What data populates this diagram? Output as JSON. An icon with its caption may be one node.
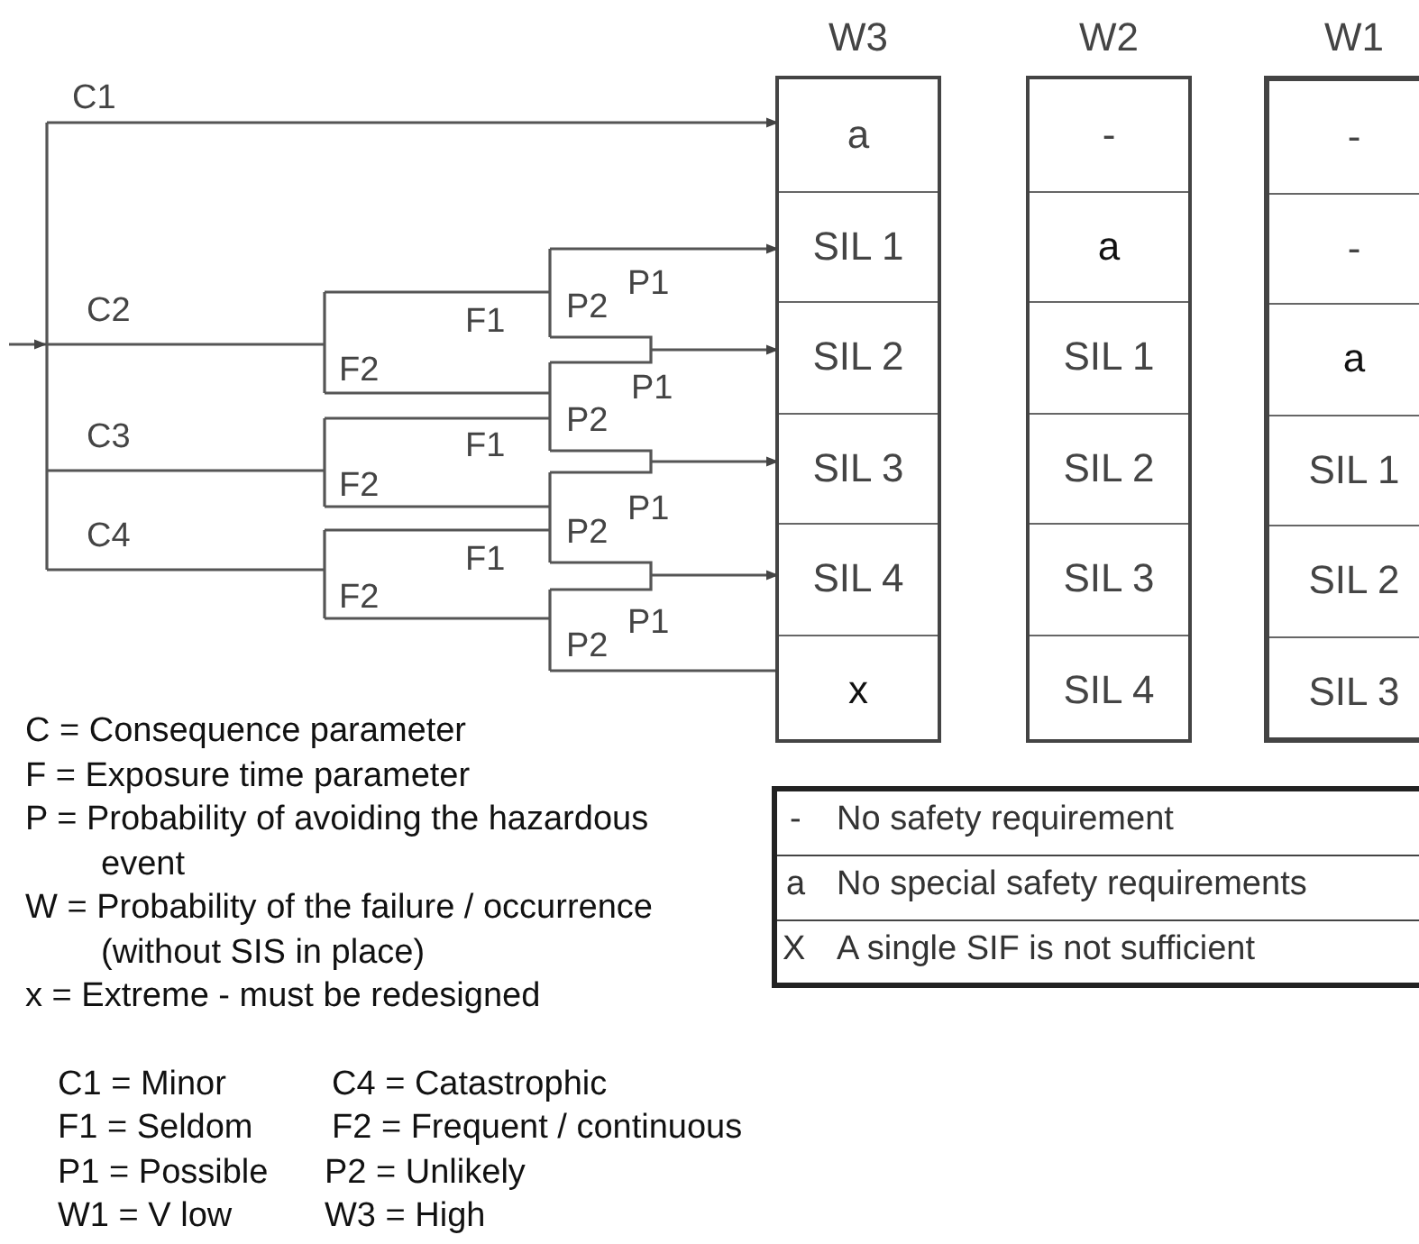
{
  "diagram": {
    "nodes": [
      {
        "text": [
          "W3"
        ]
      },
      {
        "text": [
          "a"
        ],
        "in": 0
      },
      {
        "text": [
          "SIL 1"
        ],
        "in": 0
      },
      {
        "text": [
          "SIL 2"
        ],
        "in": 0
      },
      {
        "text": [
          "SIL 3"
        ],
        "in": 0
      },
      {
        "text": [
          "SIL 4"
        ],
        "in": 0
      },
      {
        "text": [
          "x"
        ],
        "in": 0
      },
      {
        "text": [
          "W2"
        ]
      },
      {
        "text": [
          "-"
        ],
        "in": 7
      },
      {
        "text": [
          "a"
        ],
        "in": 7
      },
      {
        "text": [
          "SIL 1"
        ],
        "in": 7
      },
      {
        "text": [
          "SIL 2"
        ],
        "in": 7
      },
      {
        "text": [
          "SIL 3"
        ],
        "in": 7
      },
      {
        "text": [
          "SIL 4"
        ],
        "in": 7
      },
      {
        "text": [
          "W1"
        ]
      },
      {
        "text": [
          "-"
        ],
        "in": 14
      },
      {
        "text": [
          "-"
        ],
        "in": 14
      },
      {
        "text": [
          "a"
        ],
        "in": 14
      },
      {
        "text": [
          "SIL 1"
        ],
        "in": 14
      },
      {
        "text": [
          "SIL 2"
        ],
        "in": 14
      },
      {
        "text": [
          "SIL 3"
        ],
        "in": 14
      }
    ],
    "edges": [
      {
        "from": null,
        "to": 1,
        "arrow": "to"
      },
      {
        "from": null,
        "to": 2,
        "arrow": "to"
      },
      {
        "from": null,
        "to": 3,
        "arrow": "to"
      },
      {
        "from": null,
        "to": 4,
        "arrow": "to"
      },
      {
        "from": null,
        "to": 5,
        "arrow": "to"
      },
      {
        "from": null,
        "to": 6,
        "arrow": "none"
      }
    ],
    "labels": [
      "C1",
      "P1",
      "P2",
      "C2",
      "F1",
      "F2",
      "P1",
      "P2",
      "C3",
      "F1",
      "F2",
      "P1",
      "P2",
      "C4",
      "F1",
      "F2",
      "P1",
      "P2",
      "C = Consequence parameter",
      "F = Exposure time parameter",
      "P = Probability of avoiding the hazardous event",
      "W = Probability of the failure / occurrence (without SIS in place)",
      "x = Extreme - must be redesigned",
      "-",
      "No safety requirement",
      "a",
      "No special safety requirements",
      "X",
      "A single SIF is not sufficient",
      "C1 = Minor",
      "C4 = Catastrophic",
      "F1 = Seldom",
      "F2 = Frequent / continuous",
      "P1 = Possible",
      "P2 = Unlikely",
      "W1 = V low",
      "W3 = High"
    ]
  }
}
